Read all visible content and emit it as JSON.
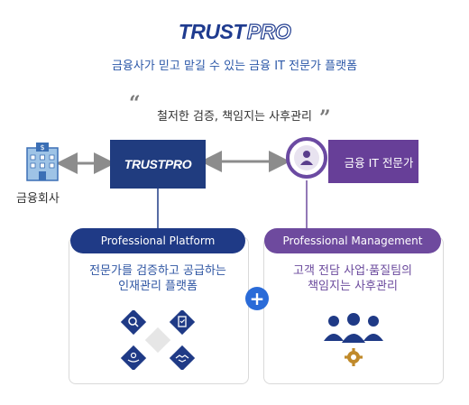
{
  "header": {
    "logo_part1": "TRUST",
    "logo_part2": "PRO",
    "tagline": "금융사가 믿고 맡길 수 있는 금융 IT 전문가 플랫폼"
  },
  "quote": {
    "open_mark": "“",
    "text": "철저한 검증, 책임지는 사후관리",
    "close_mark": "”"
  },
  "nodes": {
    "financial_company": "금융회사",
    "platform": "TRUSTPRO",
    "expert": "금융 IT 전문가"
  },
  "left_panel": {
    "title": "Professional Platform",
    "desc_line1": "전문가를 검증하고 공급하는",
    "desc_line2": "인재관리 플랫폼"
  },
  "right_panel": {
    "title": "Professional Management",
    "desc_line1": "고객 전담 사업·품질팀의",
    "desc_line2": "책임지는 사후관리"
  },
  "plus_symbol": "+",
  "colors": {
    "navy": "#1f3a86",
    "purple": "#6e4a9e",
    "blue_accent": "#2a6bd8",
    "arrow_gray": "#8c8c8c"
  },
  "icons": [
    "bank-building-icon",
    "expert-person-icon",
    "search-icon",
    "document-check-icon",
    "handshake-icon",
    "team-people-icon",
    "gear-icon"
  ]
}
